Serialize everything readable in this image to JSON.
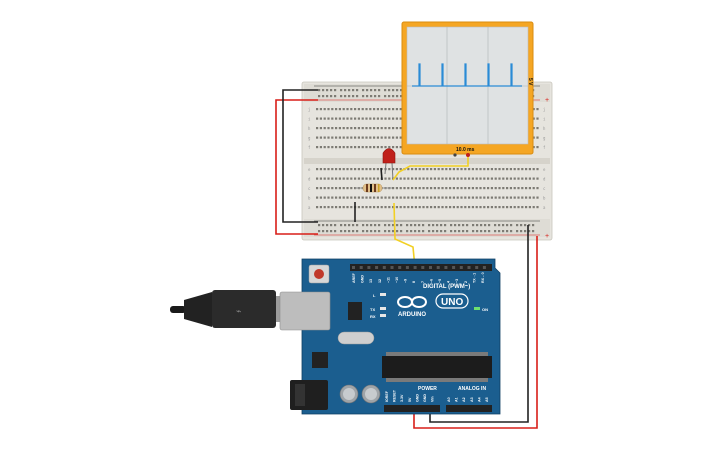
{
  "oscilloscope": {
    "time_per_div": "10.0 ms",
    "volts_per_div": "5 V"
  },
  "arduino": {
    "logo_text": "ARDUINO",
    "model_text": "UNO",
    "on_label": "ON",
    "digital_header": "DIGITAL (PWM~)",
    "power_header": "POWER",
    "analog_header": "ANALOG IN",
    "reset_label": "",
    "led_labels": [
      "L",
      "TX",
      "RX"
    ],
    "digital_pins": [
      "AREF",
      "GND",
      "13",
      "12",
      "~11",
      "~10",
      "~9",
      "8",
      "7",
      "~6",
      "~5",
      "4",
      "~3",
      "2",
      "TX→1",
      "RX←0"
    ],
    "power_pins": [
      "IOREF",
      "RESET",
      "3.3V",
      "5V",
      "GND",
      "GND",
      "Vin"
    ],
    "analog_pins": [
      "A0",
      "A1",
      "A2",
      "A3",
      "A4",
      "A5"
    ]
  },
  "breadboard": {
    "row_letters_top": [
      "j",
      "i",
      "h",
      "g",
      "f"
    ],
    "row_letters_bottom": [
      "e",
      "d",
      "c",
      "b",
      "a"
    ],
    "rail_plus": "+",
    "rail_minus": "-"
  },
  "colors": {
    "board_blue": "#1b5e8f",
    "breadboard": "#e8e6e0",
    "scope_frame": "#f5a623",
    "wire_red": "#d91e18",
    "wire_black": "#222222",
    "wire_yellow": "#f2d024",
    "led_red": "#c0201a"
  }
}
